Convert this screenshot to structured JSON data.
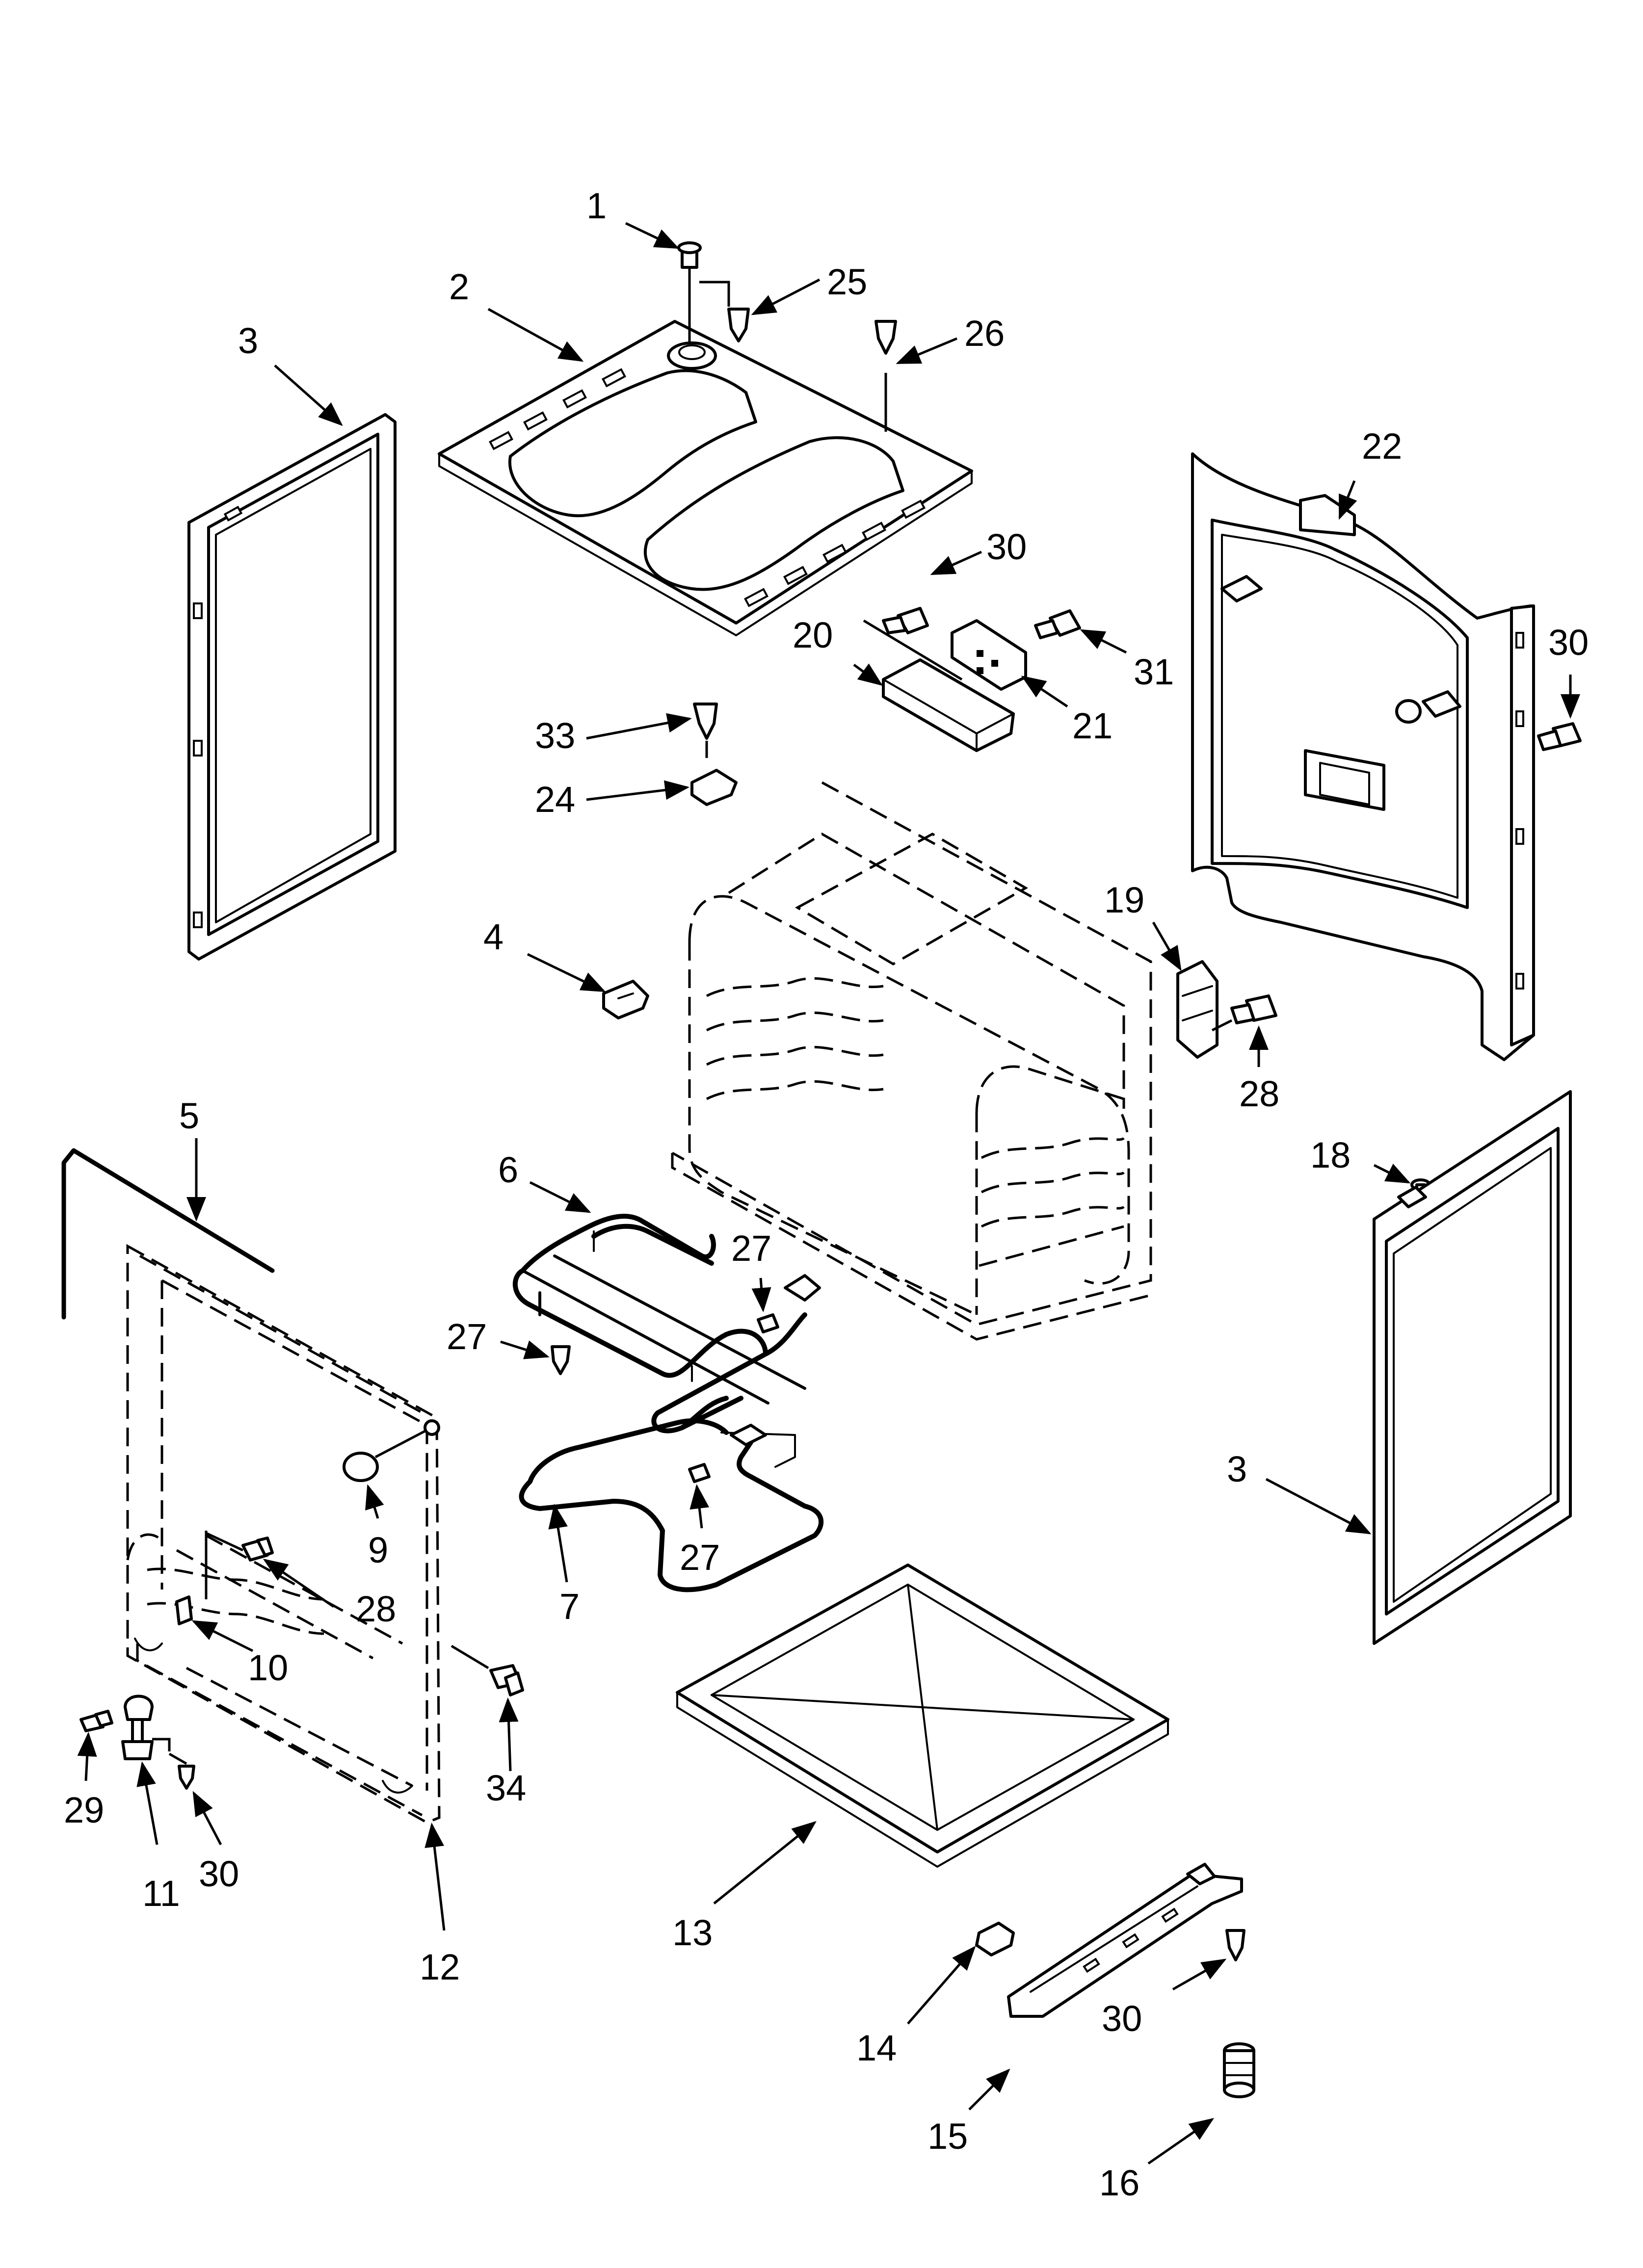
{
  "diagram": {
    "callouts": {
      "c1": "1",
      "c2": "2",
      "c3a": "3",
      "c3b": "3",
      "c4": "4",
      "c5": "5",
      "c6": "6",
      "c7": "7",
      "c9": "9",
      "c10": "10",
      "c11": "11",
      "c12": "12",
      "c13": "13",
      "c14": "14",
      "c15": "15",
      "c16": "16",
      "c18": "18",
      "c19": "19",
      "c20": "20",
      "c21": "21",
      "c22": "22",
      "c24": "24",
      "c25": "25",
      "c26": "26",
      "c27a": "27",
      "c27b": "27",
      "c27c": "27",
      "c28a": "28",
      "c28b": "28",
      "c29": "29",
      "c30a": "30",
      "c30b": "30",
      "c30c": "30",
      "c30d": "30",
      "c31": "31",
      "c33": "33",
      "c34": "34"
    },
    "colors": {
      "ink": "#000000",
      "paper": "#ffffff"
    }
  }
}
